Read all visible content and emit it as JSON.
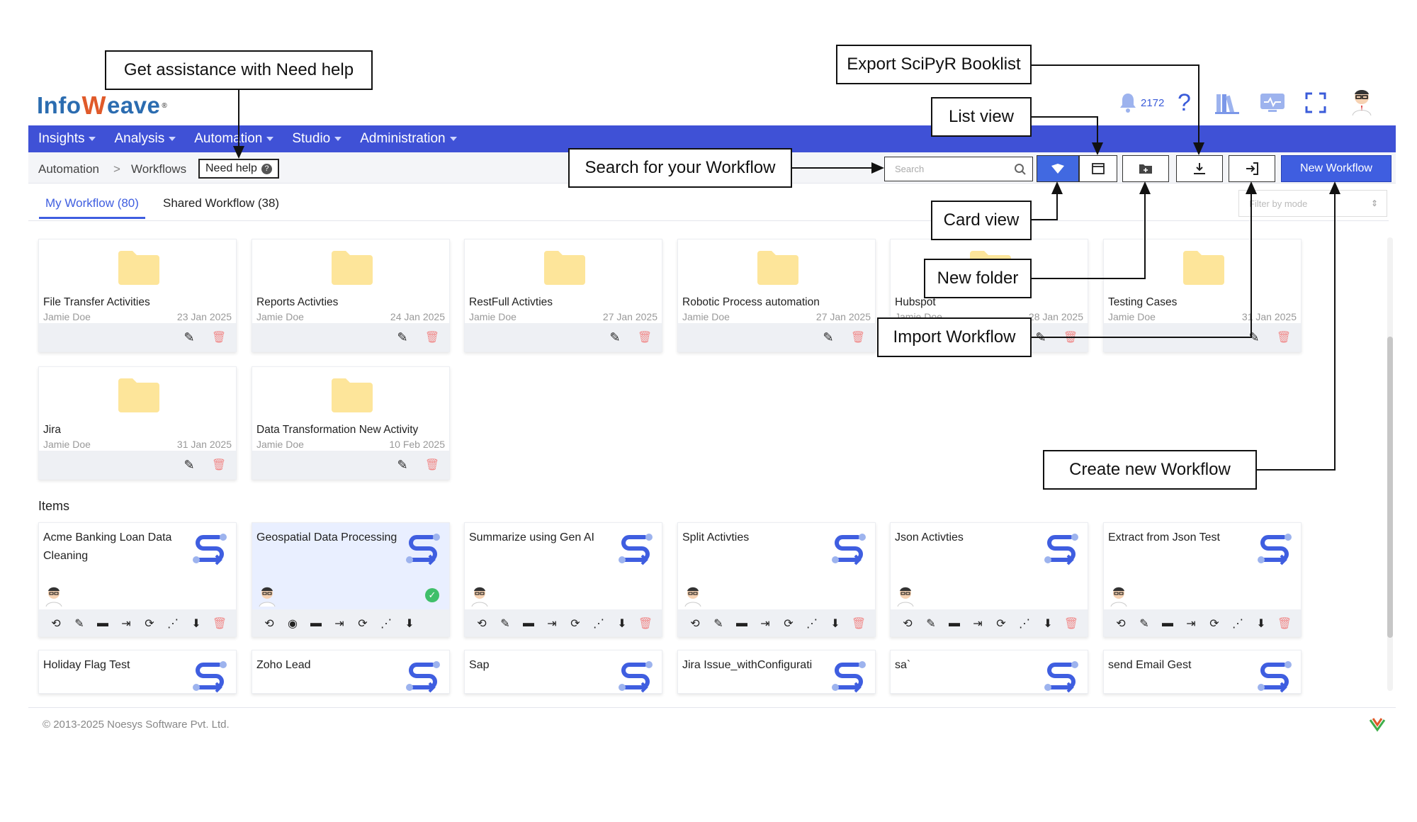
{
  "app": {
    "logo_text": "Info",
    "logo_w": "W",
    "logo_tail": "eave",
    "logo_reg": "®"
  },
  "topbar": {
    "notification_count": "2172"
  },
  "nav": {
    "items": [
      "Insights",
      "Analysis",
      "Automation",
      "Studio",
      "Administration"
    ]
  },
  "breadcrumb": {
    "root": "Automation",
    "sep": ">",
    "current": "Workflows",
    "help": "Need help"
  },
  "search": {
    "placeholder": "Search"
  },
  "toolbar": {
    "new_workflow": "New Workflow",
    "filter_placeholder": "Filter by mode"
  },
  "tabs": {
    "mine": "My Workflow (80)",
    "shared": "Shared Workflow (38)"
  },
  "folders": [
    {
      "name": "File Transfer Activities",
      "owner": "Jamie Doe",
      "date": "23 Jan 2025"
    },
    {
      "name": "Reports Activties",
      "owner": "Jamie Doe",
      "date": "24 Jan 2025"
    },
    {
      "name": "RestFull Activties",
      "owner": "Jamie Doe",
      "date": "27 Jan 2025"
    },
    {
      "name": "Robotic Process automation",
      "owner": "Jamie Doe",
      "date": "27 Jan 2025"
    },
    {
      "name": "Hubspot",
      "owner": "Jamie Doe",
      "date": "28 Jan 2025"
    },
    {
      "name": "Testing Cases",
      "owner": "Jamie Doe",
      "date": "31 Jan 2025"
    },
    {
      "name": "Jira",
      "owner": "Jamie Doe",
      "date": "31 Jan 2025"
    },
    {
      "name": "Data Transformation New Activity",
      "owner": "Jamie Doe",
      "date": "10 Feb 2025"
    }
  ],
  "items_heading": "Items",
  "items": [
    {
      "name": "Acme Banking Loan Data Cleaning"
    },
    {
      "name": "Geospatial Data Processing"
    },
    {
      "name": "Summarize using Gen AI"
    },
    {
      "name": "Split Activties"
    },
    {
      "name": "Json Activties"
    },
    {
      "name": "Extract from Json Test"
    },
    {
      "name": "Holiday Flag Test"
    },
    {
      "name": "Zoho Lead"
    },
    {
      "name": "Sap"
    },
    {
      "name": "Jira Issue_withConfigurati"
    },
    {
      "name": "sa`"
    },
    {
      "name": "send Email Gest"
    }
  ],
  "footer": {
    "copyright": "© 2013-2025 Noesys Software Pvt. Ltd."
  },
  "annotations": {
    "need_help": "Get assistance with Need help",
    "export": "Export SciPyR Booklist",
    "list_view": "List view",
    "search": "Search for your Workflow",
    "card_view": "Card view",
    "new_folder": "New folder",
    "import": "Import Workflow",
    "create": "Create new Workflow"
  },
  "colors": {
    "nav": "#3f51d6",
    "accent": "#3f5ee0",
    "folder": "#fde59a"
  }
}
